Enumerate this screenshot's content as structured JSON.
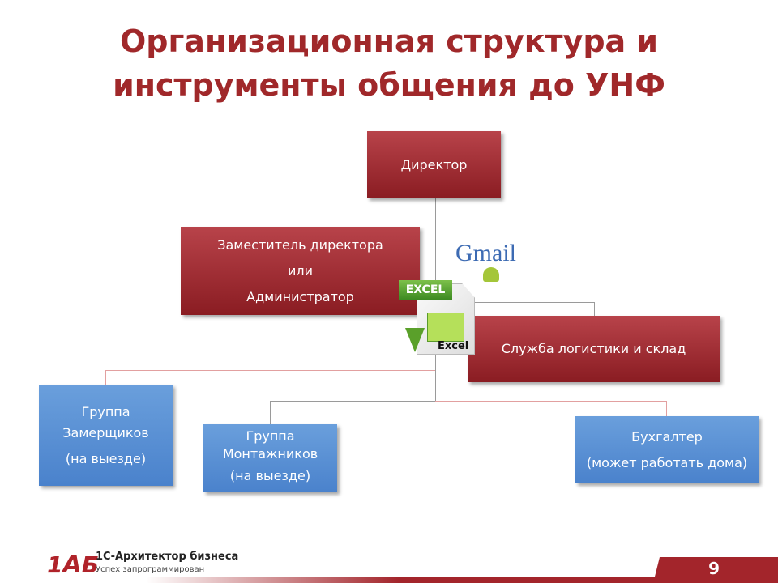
{
  "slide": {
    "title_line1": "Организационная структура и",
    "title_line2": "инструменты общения до УНФ",
    "page_number": "9"
  },
  "org": {
    "director": "Директор",
    "deputy": [
      "Заместитель директора",
      "или",
      "Администратор"
    ],
    "logistics": "Служба логистики и склад",
    "measurers": [
      "Группа",
      "Замерщиков",
      "(на выезде)"
    ],
    "installers": [
      "Группа",
      "Монтажников",
      "(на выезде)"
    ],
    "accountant": [
      "Бухгалтер",
      "(может работать дома)"
    ]
  },
  "icons": {
    "gmail_text": "Gmail",
    "excel_tag": "EXCEL",
    "excel_label": "Excel"
  },
  "footer": {
    "logo_text": "1АБ",
    "brand": "1С-Архитектор бизнеса",
    "slogan": "Успех запрограммирован"
  },
  "colors": {
    "title": "#a0282a",
    "red_box": "#9e2a30",
    "blue_box": "#5a90d6"
  }
}
